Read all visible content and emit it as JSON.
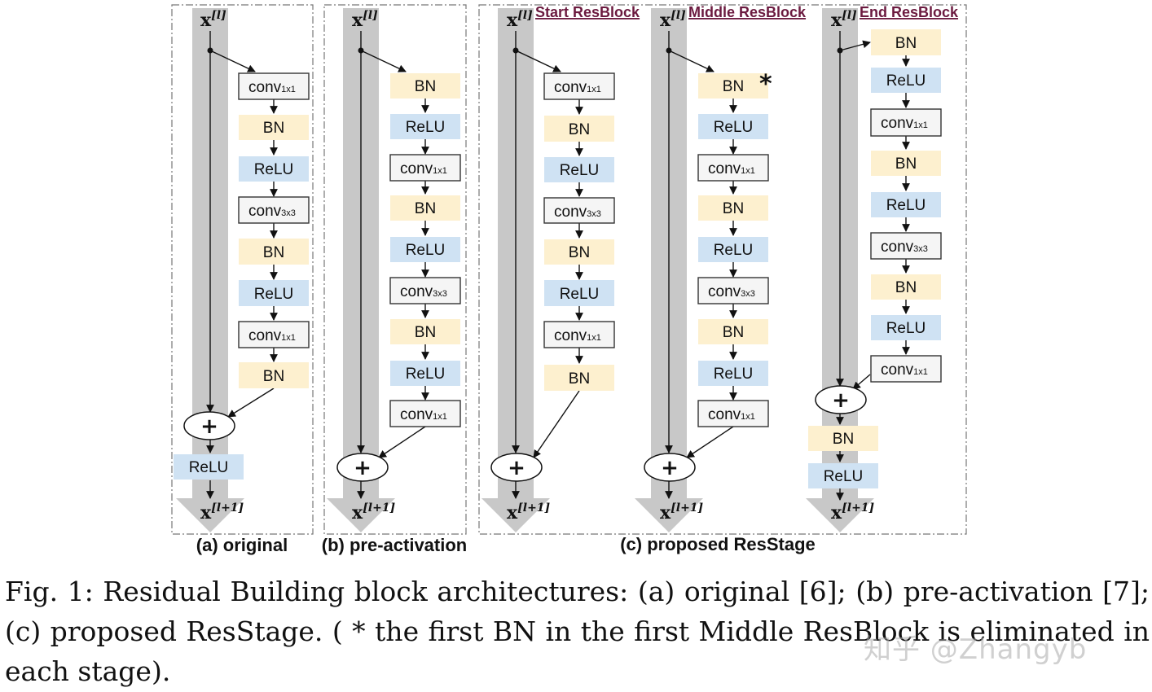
{
  "panels": {
    "a": {
      "label": "(a) original"
    },
    "b": {
      "label": "(b) pre-activation"
    },
    "c": {
      "label": "(c) proposed ResStage"
    }
  },
  "block_titles": {
    "start": "Start ResBlock",
    "middle": "Middle ResBlock",
    "end": "End ResBlock"
  },
  "var": {
    "x": "x",
    "l": "[l]",
    "l1": "[l+1]"
  },
  "ops": {
    "conv": "conv",
    "sub1x1": "1x1",
    "sub3x3": "3x3",
    "bn": "BN",
    "relu": "ReLU",
    "plus": "+",
    "star": "*"
  },
  "colors": {
    "bn_fill": "#fdf0cf",
    "relu_fill": "#cfe2f3",
    "conv_fill": "#f5f5f5",
    "shortcut_gray": "#c8c8c8",
    "title_color": "#6b1a3f"
  },
  "caption": {
    "text": "Fig. 1: Residual Building block architectures: (a) original [6]; (b) pre-activation [7]; (c) proposed ResStage. ( * the first BN in the first Middle ResBlock is eliminated in each stage)."
  },
  "watermark": {
    "text": "知乎 @Zhangyb"
  }
}
